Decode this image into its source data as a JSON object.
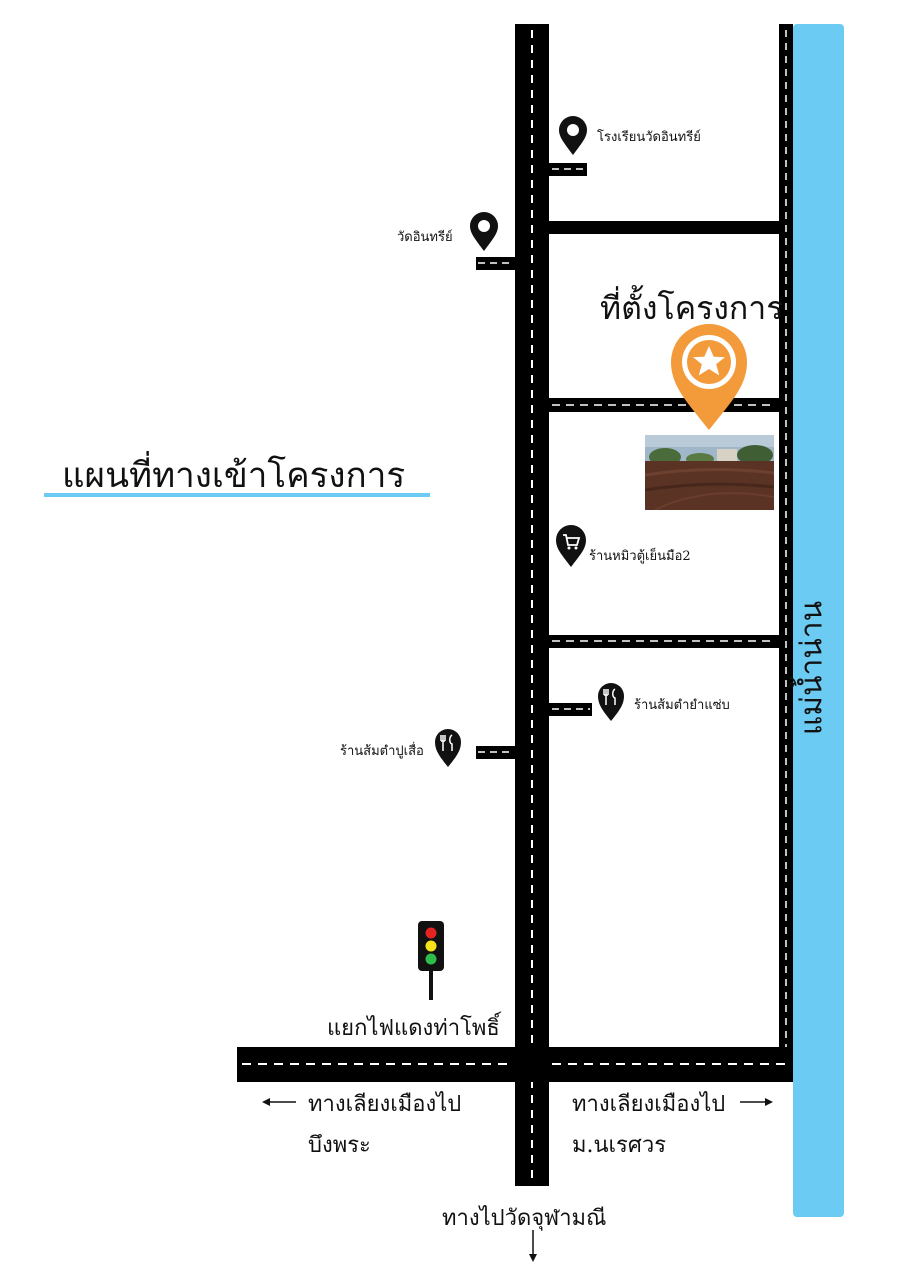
{
  "title": "แผนที่ทางเข้าโครงการ",
  "project_location": "ที่ตั้งโครงการ",
  "river": "แม่น้ำน่าน",
  "places": {
    "school": "โรงเรียนวัดอินทรีย์",
    "temple": "วัดอินทรีย์",
    "shop": "ร้านหมิวตู้เย็นมือ2",
    "restaurant_right": "ร้านส้มตำยำแซ่บ",
    "restaurant_left": "ร้านส้มตำปูเสื่อ"
  },
  "junction": "แยกไฟแดงท่าโพธิ์",
  "bypass_left_line1": "ทางเลียงเมืองไป",
  "bypass_left_line2": "บึงพระ",
  "bypass_right_line1": "ทางเลียงเมืองไป",
  "bypass_right_line2": "ม.นเรศวร",
  "to_temple": "ทางไปวัดจุฬามณี",
  "colors": {
    "road": "#000000",
    "river": "#6ccbf2",
    "project_marker": "#f39a3b",
    "underline": "#6ccbf2"
  },
  "icons": [
    "map-pin-icon",
    "star-pin-icon",
    "cart-pin-icon",
    "restaurant-pin-icon",
    "traffic-light-icon",
    "arrow-left-icon",
    "arrow-right-icon",
    "arrow-down-icon"
  ]
}
